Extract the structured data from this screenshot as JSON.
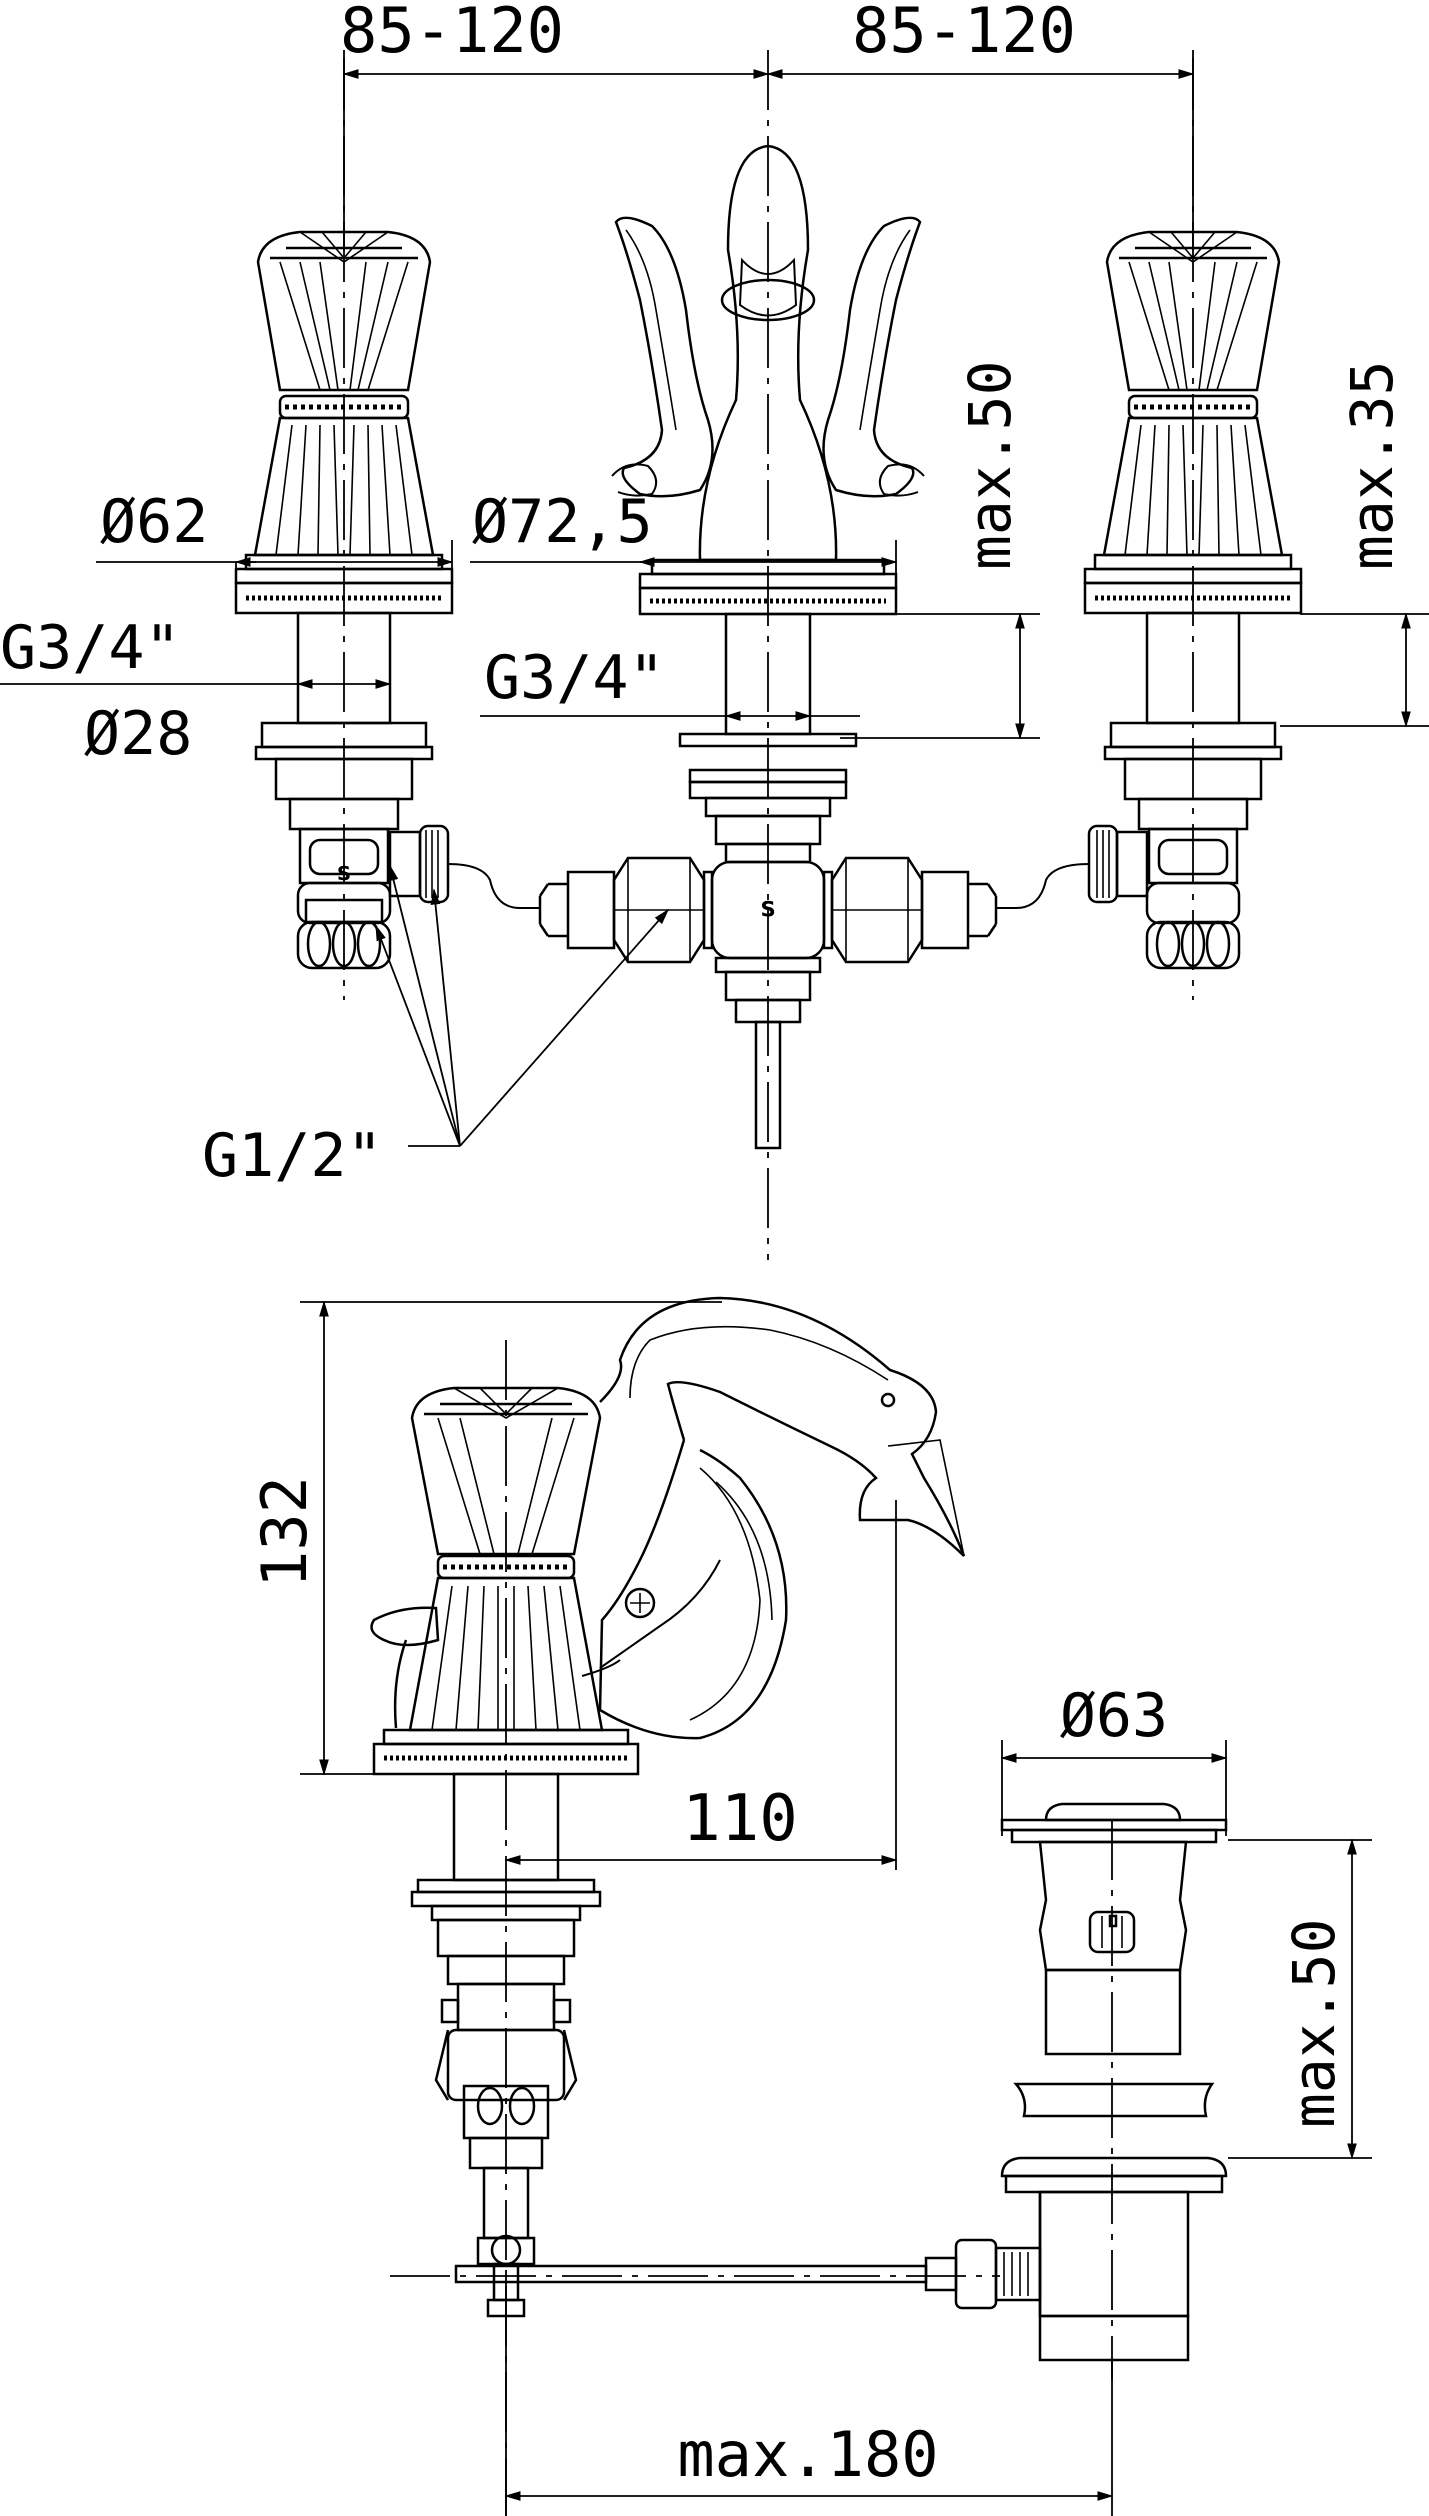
{
  "labels": {
    "top_width_left": "85-120",
    "top_width_right": "85-120",
    "knob_diameter": "Ø62",
    "spout_base_diameter": "Ø72,5",
    "thread_left": "G3/4\"",
    "shank_diameter": "Ø28",
    "thread_center": "G3/4\"",
    "spout_max_height": "max.50",
    "valve_max_height": "max.35",
    "connection_thread": "G1/2\"",
    "total_height": "132",
    "spout_reach": "110",
    "waste_diameter": "Ø63",
    "waste_max_height": "max.50",
    "lever_max_length": "max.180"
  },
  "markers": {
    "center_s": "s",
    "left_s": "s"
  },
  "colors": {
    "ink": "#000000",
    "paper": "#ffffff"
  }
}
